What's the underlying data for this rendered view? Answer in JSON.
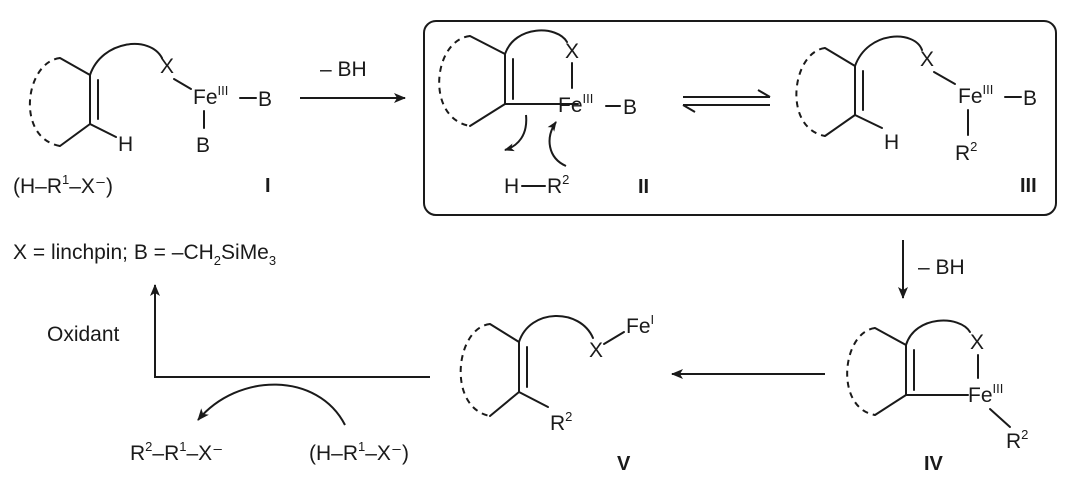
{
  "labels": {
    "x": "X",
    "fe": "Fe",
    "ox3": "III",
    "ox1": "I",
    "b": "B",
    "h": "H",
    "r2_r": "R",
    "two": "2",
    "one": "1",
    "dash": "–",
    "h_r2_h": "H",
    "h_r2_r": "R"
  },
  "substrate_label": {
    "open": "(H–R",
    "mid": "–X",
    "close": "⁻)"
  },
  "product_label": {
    "a": "R",
    "b": "–R",
    "c": "–X⁻"
  },
  "compounds": {
    "I": "I",
    "II": "II",
    "III": "III",
    "IV": "IV",
    "V": "V"
  },
  "legend": {
    "part1": "X = linchpin; B = –CH",
    "sub2": "2",
    "part2": "SiMe",
    "sub3": "3"
  },
  "arrows": {
    "step1": "– BH",
    "step2": "– BH",
    "oxidant": "Oxidant"
  }
}
